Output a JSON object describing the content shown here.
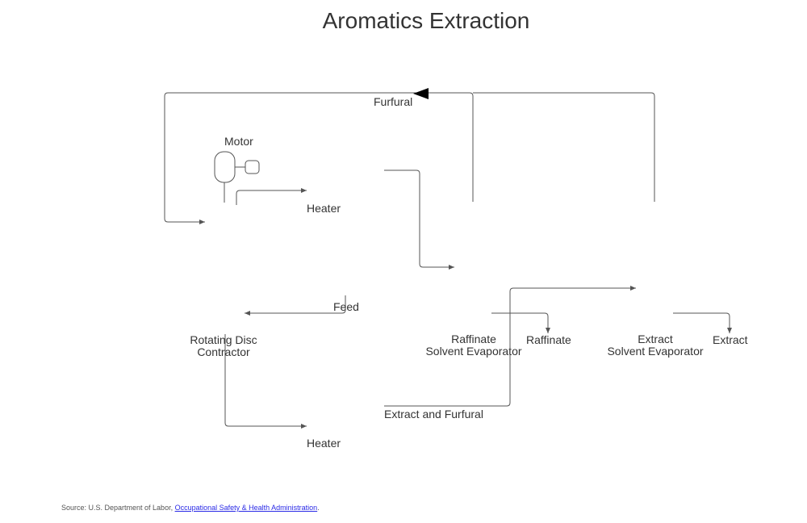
{
  "title": "Aromatics Extraction",
  "labels": {
    "furfural": "Furfural",
    "motor": "Motor",
    "heater_top": "Heater",
    "feed": "Feed",
    "rdc_line1": "Rotating Disc",
    "rdc_line2": "Contractor",
    "raffinate_evap_line1": "Raffinate",
    "raffinate_evap_line2": "Solvent Evaporator",
    "raffinate": "Raffinate",
    "extract_evap_line1": "Extract",
    "extract_evap_line2": "Solvent Evaporator",
    "extract": "Extract",
    "extract_and_furfural": "Extract and Furfural",
    "heater_bottom": "Heater"
  },
  "source": {
    "prefix": "Source:  U.S. Department of Labor, ",
    "link_text": "Occupational Safety & Health Administration",
    "suffix": "."
  },
  "colors": {
    "line": "#555555",
    "text": "#333333",
    "link": "#2a2ae6"
  }
}
